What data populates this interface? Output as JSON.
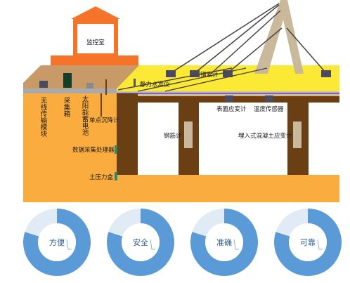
{
  "building": {
    "control_room": "监控室"
  },
  "left_devices": [
    "无线传输模块",
    "采集箱",
    "太阳能蓄电池"
  ],
  "labels": {
    "static_level": "静力水准仪",
    "anchor_meter": "锚索计",
    "settlement_meter": "单点沉降计",
    "surface_strain": "表面应变计",
    "temp_sensor": "温度传感器",
    "rebar_meter": "钢筋计",
    "data_processor": "数据采集处理器",
    "earth_pressure": "土压力盒",
    "embedded_strain": "埋入式混凝土应变计"
  },
  "features": [
    {
      "label": "方便",
      "value": 80
    },
    {
      "label": "安全",
      "value": 80
    },
    {
      "label": "准确",
      "value": 80
    },
    {
      "label": "可靠",
      "value": 80
    }
  ],
  "colors": {
    "ground": "#fbac3e",
    "yellow_band": "#fbe935",
    "pillar": "#6a3f14",
    "control_room": "#f5742a",
    "donut_fill": "#5a9ad6",
    "donut_rest": "#e1ebf6"
  }
}
